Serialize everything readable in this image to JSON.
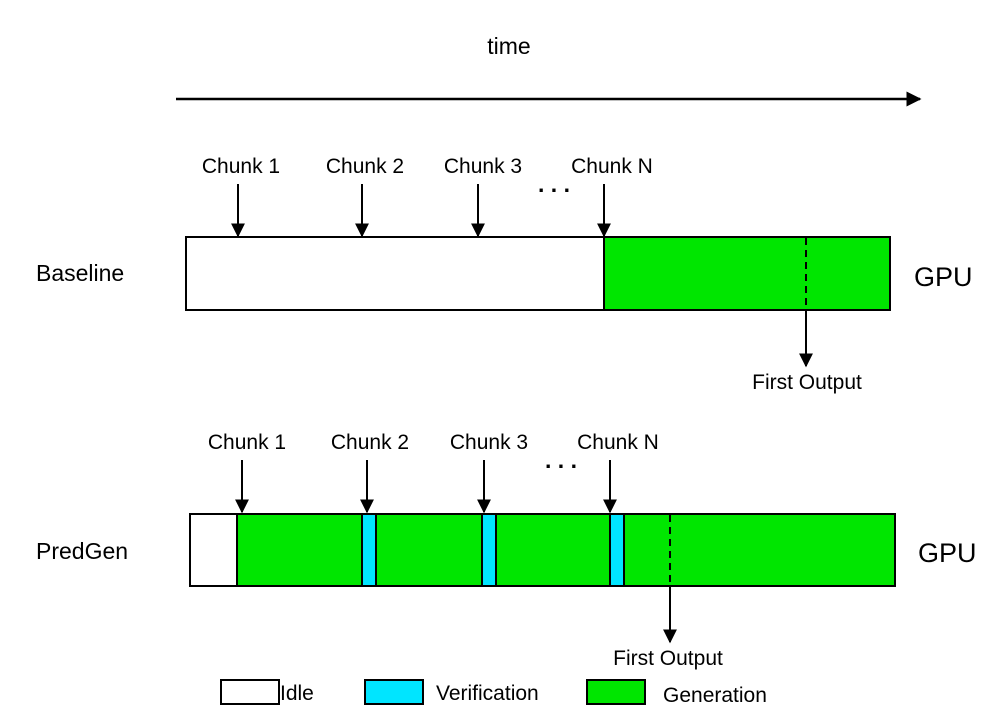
{
  "time_label": "time",
  "baseline": {
    "label": "Baseline",
    "resource": "GPU",
    "chunks": [
      "Chunk 1",
      "Chunk 2",
      "Chunk 3",
      "Chunk N"
    ],
    "ellipsis": ". . .",
    "first_output": "First Output"
  },
  "predgen": {
    "label": "PredGen",
    "resource": "GPU",
    "chunks": [
      "Chunk 1",
      "Chunk 2",
      "Chunk 3",
      "Chunk N"
    ],
    "ellipsis": ". . .",
    "first_output": "First Output"
  },
  "legend": {
    "idle": "Idle",
    "verification": "Verification",
    "generation": "Generation"
  },
  "colors": {
    "idle": "#ffffff",
    "verification": "#00e5ff",
    "generation": "#00e600",
    "stroke": "#000000"
  }
}
